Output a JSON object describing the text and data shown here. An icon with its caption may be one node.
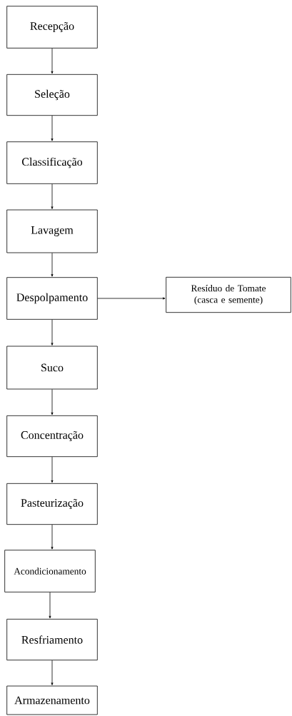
{
  "diagram": {
    "nodes": [
      {
        "text": [
          "Recepção"
        ]
      },
      {
        "text": [
          "Seleção"
        ]
      },
      {
        "text": [
          "Classificação"
        ]
      },
      {
        "text": [
          "Lavagem"
        ]
      },
      {
        "text": [
          "Despolpamento"
        ]
      },
      {
        "text": [
          "Resíduo de Tomate (casca e semente)"
        ]
      },
      {
        "text": [
          "Suco"
        ]
      },
      {
        "text": [
          "Concentração"
        ]
      },
      {
        "text": [
          "Pasteurização"
        ]
      },
      {
        "text": [
          "Acondicionamento"
        ]
      },
      {
        "text": [
          "Resfriamento"
        ]
      },
      {
        "text": [
          "Armazenamento"
        ]
      }
    ],
    "edges": [
      {
        "from": 0,
        "to": 1,
        "arrow": "to"
      },
      {
        "from": 1,
        "to": 2,
        "arrow": "to"
      },
      {
        "from": 2,
        "to": 3,
        "arrow": "to"
      },
      {
        "from": 3,
        "to": 4,
        "arrow": "to"
      },
      {
        "from": 4,
        "to": 5,
        "arrow": "to"
      },
      {
        "from": 4,
        "to": 6,
        "arrow": "to"
      },
      {
        "from": 6,
        "to": 7,
        "arrow": "to"
      },
      {
        "from": 7,
        "to": 8,
        "arrow": "to"
      },
      {
        "from": 8,
        "to": 9,
        "arrow": "to"
      },
      {
        "from": 9,
        "to": 10,
        "arrow": "to"
      },
      {
        "from": 10,
        "to": 11,
        "arrow": "to"
      }
    ]
  }
}
